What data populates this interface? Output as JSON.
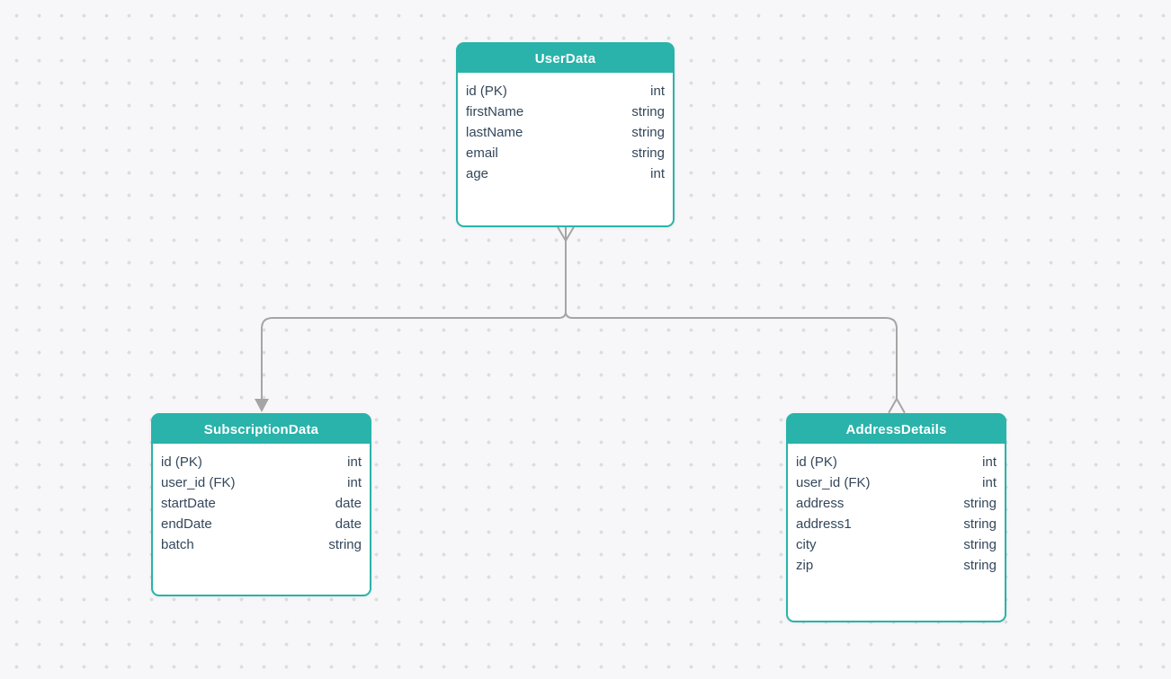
{
  "diagram": {
    "type": "entity-relationship",
    "entities": [
      {
        "title": "UserData",
        "fields": [
          {
            "name": "id (PK)",
            "type": "int"
          },
          {
            "name": "firstName",
            "type": "string"
          },
          {
            "name": "lastName",
            "type": "string"
          },
          {
            "name": "email",
            "type": "string"
          },
          {
            "name": "age",
            "type": "int"
          }
        ]
      },
      {
        "title": "SubscriptionData",
        "fields": [
          {
            "name": "id (PK)",
            "type": "int"
          },
          {
            "name": "user_id (FK)",
            "type": "int"
          },
          {
            "name": "startDate",
            "type": "date"
          },
          {
            "name": "endDate",
            "type": "date"
          },
          {
            "name": "batch",
            "type": "string"
          }
        ]
      },
      {
        "title": "AddressDetails",
        "fields": [
          {
            "name": "id (PK)",
            "type": "int"
          },
          {
            "name": "user_id (FK)",
            "type": "int"
          },
          {
            "name": "address",
            "type": "string"
          },
          {
            "name": "address1",
            "type": "string"
          },
          {
            "name": "city",
            "type": "string"
          },
          {
            "name": "zip",
            "type": "string"
          }
        ]
      }
    ],
    "connections": [
      {
        "from": "UserData",
        "to": "SubscriptionData",
        "from_marker": "crows-foot",
        "to_marker": "solid-arrow"
      },
      {
        "from": "UserData",
        "to": "AddressDetails",
        "from_marker": "crows-foot",
        "to_marker": "crows-foot"
      }
    ],
    "colors": {
      "header": "#29b3aa",
      "border": "#29b3aa",
      "header_text": "#ffffff",
      "field_text": "#33475b",
      "connector": "#a5a5a5",
      "canvas_bg": "#f7f7f9",
      "canvas_dot": "#dcdce1"
    }
  }
}
